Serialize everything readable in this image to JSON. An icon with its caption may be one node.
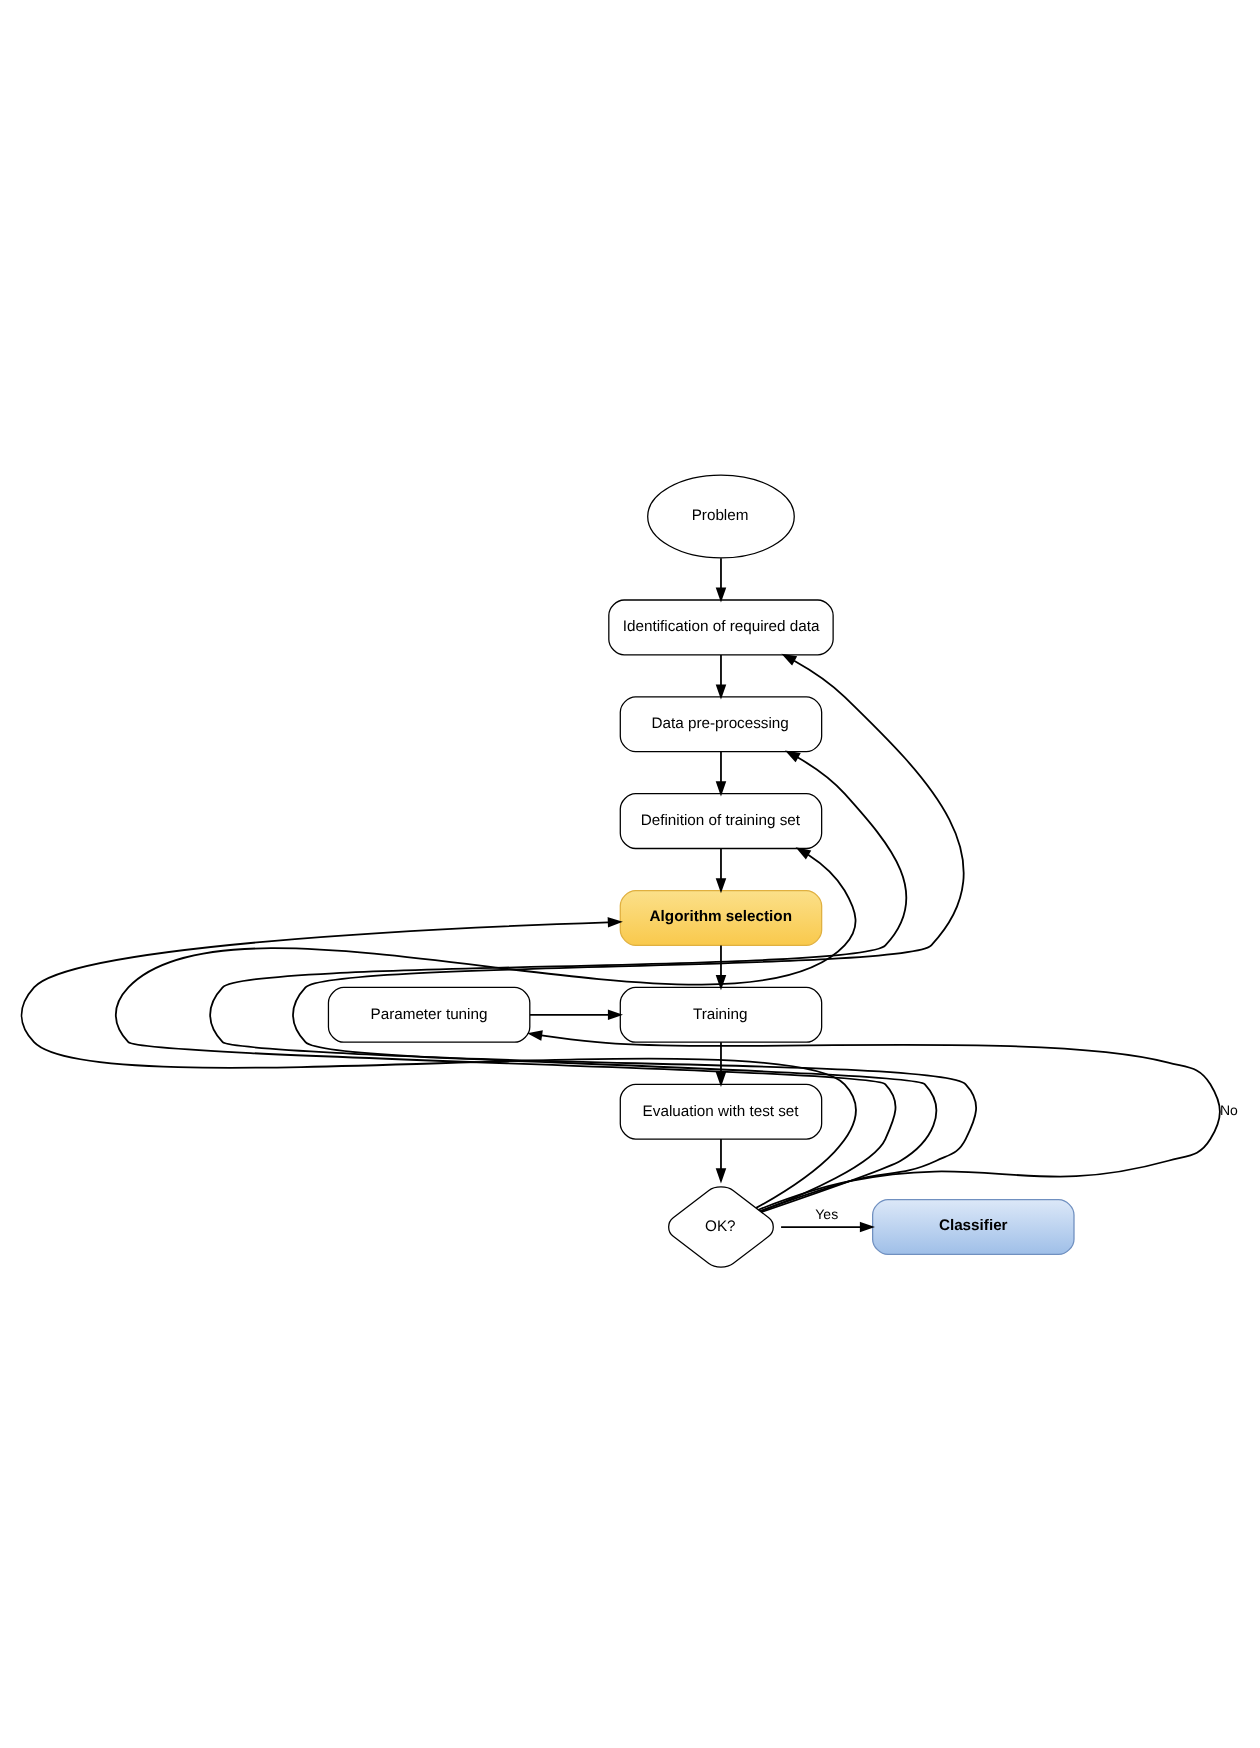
{
  "diagram": {
    "nodes": [
      {
        "text": [
          "Problem"
        ]
      },
      {
        "text": [
          "Identification of required data"
        ]
      },
      {
        "text": [
          "Data pre-processing"
        ]
      },
      {
        "text": [
          "Definition of training set"
        ]
      },
      {
        "text": [
          "Algorithm selection"
        ]
      },
      {
        "text": [
          "Parameter tuning"
        ]
      },
      {
        "text": [
          "Training"
        ]
      },
      {
        "text": [
          "Evaluation with test set"
        ]
      },
      {
        "text": [
          "OK?"
        ]
      },
      {
        "text": [
          "Classifier"
        ]
      }
    ],
    "edges": [
      {
        "from": 0,
        "to": 1,
        "arrow": "to"
      },
      {
        "from": 1,
        "to": 2,
        "arrow": "to"
      },
      {
        "from": 2,
        "to": 3,
        "arrow": "to"
      },
      {
        "from": 3,
        "to": 4,
        "arrow": "to"
      },
      {
        "from": 4,
        "to": 6,
        "arrow": "to"
      },
      {
        "from": 5,
        "to": 6,
        "arrow": "to"
      },
      {
        "from": 6,
        "to": 7,
        "arrow": "to"
      },
      {
        "from": 7,
        "to": 8,
        "arrow": "to"
      },
      {
        "from": 8,
        "to": 9,
        "arrow": "to",
        "label": "Yes"
      },
      {
        "from": 8,
        "to": 5,
        "arrow": "to",
        "label": "No"
      },
      {
        "from": 8,
        "to": 4,
        "arrow": "to"
      },
      {
        "from": 8,
        "to": 3,
        "arrow": "to"
      },
      {
        "from": 8,
        "to": 2,
        "arrow": "to"
      },
      {
        "from": 8,
        "to": 1,
        "arrow": "to"
      }
    ]
  }
}
